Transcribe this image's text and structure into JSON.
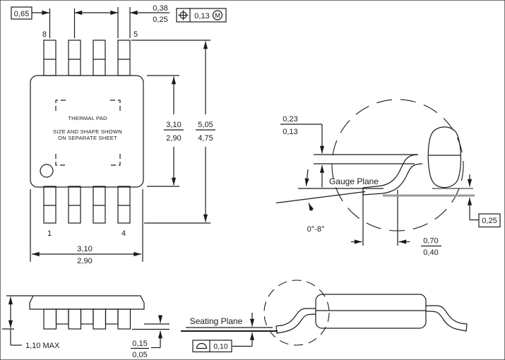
{
  "top_view": {
    "pin_labels": {
      "p8": "8",
      "p5": "5",
      "p1": "1",
      "p4": "4"
    },
    "thermal_pad": {
      "line1": "THERMAL PAD",
      "line2": "SIZE AND SHAPE SHOWN",
      "line3": "ON SEPARATE SHEET"
    },
    "pitch": "0,65",
    "lead_width": {
      "max": "0,38",
      "min": "0,25"
    },
    "position_tolerance": {
      "value": "0,13",
      "modifier": "M"
    },
    "body_length": {
      "max": "3,10",
      "min": "2,90"
    },
    "overall_length": {
      "max": "5,05",
      "min": "4,75"
    },
    "body_width": {
      "max": "3,10",
      "min": "2,90"
    }
  },
  "lead_detail": {
    "gauge_plane_label": "Gauge Plane",
    "lead_thickness": {
      "max": "0,23",
      "min": "0,13"
    },
    "foot_angle": "0°-8°",
    "foot_length": {
      "max": "0,70",
      "min": "0,40"
    },
    "seating_to_gauge": "0,25"
  },
  "side_view": {
    "height": "1,10 MAX",
    "standoff": {
      "max": "0,15",
      "min": "0,05"
    }
  },
  "seating_view": {
    "seating_plane_label": "Seating Plane",
    "flatness": "0,10"
  },
  "colors": {
    "line": "#1a1a1a",
    "seating_plane_bar": "#999999",
    "background": "#ffffff"
  }
}
